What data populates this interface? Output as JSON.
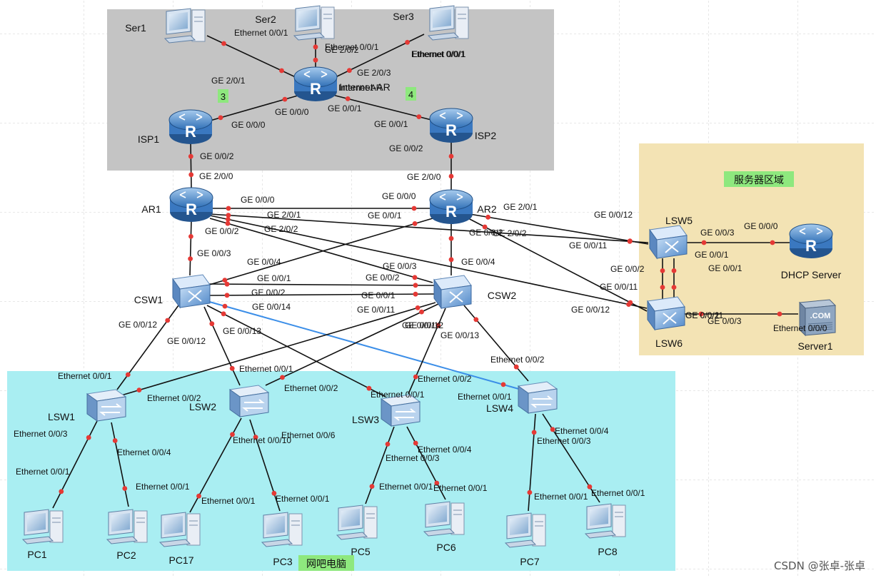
{
  "colors": {
    "isp_zone": "#c4c4c4",
    "server_zone": "#f3e3b4",
    "lan_zone": "#a9eef2",
    "tag_bg": "#8ee87e",
    "link": "#111111",
    "highlight_link": "#3b8ee8",
    "port_dot": "#e53935"
  },
  "zones": {
    "server_area": "服务器区域",
    "lan_area": "网吧电脑",
    "isp_tag_3": "3",
    "isp_tag_4": "4"
  },
  "devices": [
    {
      "id": "ser1",
      "label": "Ser1",
      "icon": "pc-icon"
    },
    {
      "id": "ser2",
      "label": "Ser2",
      "icon": "pc-icon"
    },
    {
      "id": "ser3",
      "label": "Ser3",
      "icon": "pc-icon"
    },
    {
      "id": "internet_ar",
      "label": "Internet-AR",
      "icon": "router-icon"
    },
    {
      "id": "isp1",
      "label": "ISP1",
      "icon": "router-icon"
    },
    {
      "id": "isp2",
      "label": "ISP2",
      "icon": "router-icon"
    },
    {
      "id": "ar1",
      "label": "AR1",
      "icon": "router-icon"
    },
    {
      "id": "ar2",
      "label": "AR2",
      "icon": "router-icon"
    },
    {
      "id": "csw1",
      "label": "CSW1",
      "icon": "core-switch-icon"
    },
    {
      "id": "csw2",
      "label": "CSW2",
      "icon": "core-switch-icon"
    },
    {
      "id": "lsw5",
      "label": "LSW5",
      "icon": "core-switch-icon"
    },
    {
      "id": "lsw6",
      "label": "LSW6",
      "icon": "core-switch-icon"
    },
    {
      "id": "dhcp",
      "label": "DHCP Server",
      "icon": "router-icon"
    },
    {
      "id": "server1",
      "label": "Server1",
      "icon": "com-server-icon"
    },
    {
      "id": "lsw1",
      "label": "LSW1",
      "icon": "access-switch-icon"
    },
    {
      "id": "lsw2",
      "label": "LSW2",
      "icon": "access-switch-icon"
    },
    {
      "id": "lsw3",
      "label": "LSW3",
      "icon": "access-switch-icon"
    },
    {
      "id": "lsw4",
      "label": "LSW4",
      "icon": "access-switch-icon"
    },
    {
      "id": "pc1",
      "label": "PC1",
      "icon": "pc-icon"
    },
    {
      "id": "pc2",
      "label": "PC2",
      "icon": "pc-icon"
    },
    {
      "id": "pc17",
      "label": "PC17",
      "icon": "pc-icon"
    },
    {
      "id": "pc3",
      "label": "PC3",
      "icon": "pc-icon"
    },
    {
      "id": "pc5",
      "label": "PC5",
      "icon": "pc-icon"
    },
    {
      "id": "pc6",
      "label": "PC6",
      "icon": "pc-icon"
    },
    {
      "id": "pc7",
      "label": "PC7",
      "icon": "pc-icon"
    },
    {
      "id": "pc8",
      "label": "PC8",
      "icon": "pc-icon"
    }
  ],
  "links": [
    {
      "from": "ser1",
      "to": "internet_ar"
    },
    {
      "from": "ser2",
      "to": "internet_ar"
    },
    {
      "from": "ser3",
      "to": "internet_ar"
    },
    {
      "from": "internet_ar",
      "to": "isp1"
    },
    {
      "from": "internet_ar",
      "to": "isp2"
    },
    {
      "from": "isp1",
      "to": "ar1"
    },
    {
      "from": "isp2",
      "to": "ar2"
    },
    {
      "from": "ar1",
      "to": "ar2"
    },
    {
      "from": "ar1",
      "to": "csw1"
    },
    {
      "from": "ar1",
      "to": "csw2"
    },
    {
      "from": "ar1",
      "to": "lsw5"
    },
    {
      "from": "ar1",
      "to": "lsw6"
    },
    {
      "from": "ar2",
      "to": "csw1"
    },
    {
      "from": "ar2",
      "to": "csw2"
    },
    {
      "from": "ar2",
      "to": "lsw5"
    },
    {
      "from": "ar2",
      "to": "lsw6"
    },
    {
      "from": "csw1",
      "to": "csw2"
    },
    {
      "from": "csw1",
      "to": "csw2"
    },
    {
      "from": "csw1",
      "to": "lsw1"
    },
    {
      "from": "csw1",
      "to": "lsw2"
    },
    {
      "from": "csw1",
      "to": "lsw3"
    },
    {
      "from": "csw1",
      "to": "lsw4",
      "highlight": true
    },
    {
      "from": "csw2",
      "to": "lsw1"
    },
    {
      "from": "csw2",
      "to": "lsw2"
    },
    {
      "from": "csw2",
      "to": "lsw3"
    },
    {
      "from": "csw2",
      "to": "lsw4"
    },
    {
      "from": "lsw5",
      "to": "lsw6"
    },
    {
      "from": "lsw5",
      "to": "lsw6"
    },
    {
      "from": "lsw5",
      "to": "dhcp"
    },
    {
      "from": "lsw6",
      "to": "server1"
    },
    {
      "from": "lsw1",
      "to": "pc1"
    },
    {
      "from": "lsw1",
      "to": "pc2"
    },
    {
      "from": "lsw2",
      "to": "pc17"
    },
    {
      "from": "lsw2",
      "to": "pc3"
    },
    {
      "from": "lsw3",
      "to": "pc5"
    },
    {
      "from": "lsw3",
      "to": "pc6"
    },
    {
      "from": "lsw4",
      "to": "pc7"
    },
    {
      "from": "lsw4",
      "to": "pc8"
    }
  ],
  "port_labels": [
    "Ethernet 0/0/1",
    "Ethernet 0/0/1",
    "GE 2/0/2",
    "Ethernet 0/0/1",
    "Ethernet 0/0/1",
    "GE 2/0/1",
    "GE 2/0/3",
    "Internet-AR",
    "GE 0/0/0",
    "GE 0/0/1",
    "GE 0/0/0",
    "GE 0/0/1",
    "GE 0/0/2",
    "GE 0/0/2",
    "GE 2/0/0",
    "GE 2/0/0",
    "GE 0/0/0",
    "GE 0/0/0",
    "GE 2/0/1",
    "GE 0/0/1",
    "GE 0/0/2",
    "GE 2/0/2",
    "GE 0/0/2",
    "GE 2/0/1",
    "GE 0/0/12",
    "GE 2/0/2",
    "GE 0/0/3",
    "GE 0/0/11",
    "GE 0/0/4",
    "GE 0/0/4",
    "GE 0/0/3",
    "GE 0/0/1",
    "GE 0/0/2",
    "GE 0/0/2",
    "GE 0/0/1",
    "GE 0/0/14",
    "GE 0/0/11",
    "GE 0/0/11",
    "GE 0/0/12",
    "GE 0/0/12",
    "GE 0/0/13",
    "GE 0/0/12",
    "GE 0/0/13",
    "GE 0/0/14",
    "GE 0/0/3",
    "GE 0/0/0",
    "GE 0/0/1",
    "GE 0/0/1",
    "GE 0/0/2",
    "GE 0/0/11",
    "GE 0/0/12",
    "GE 0/0/2",
    "GE 0/0/3",
    "Ethernet 0/0/0",
    "Ethernet 0/0/1",
    "Ethernet 0/0/2",
    "Ethernet 0/0/1",
    "Ethernet 0/0/2",
    "Ethernet 0/0/2",
    "Ethernet 0/0/1",
    "Ethernet 0/0/2",
    "Ethernet 0/0/1",
    "Ethernet 0/0/3",
    "Ethernet 0/0/4",
    "Ethernet 0/0/10",
    "Ethernet 0/0/6",
    "Ethernet 0/0/4",
    "Ethernet 0/0/3",
    "Ethernet 0/0/4",
    "Ethernet 0/0/3",
    "Ethernet 0/0/1",
    "Ethernet 0/0/1",
    "Ethernet 0/0/1",
    "Ethernet 0/0/1",
    "Ethernet 0/0/1",
    "Ethernet 0/0/1",
    "Ethernet 0/0/1",
    "Ethernet 0/0/1"
  ],
  "watermark": "CSDN @张卓-张卓"
}
